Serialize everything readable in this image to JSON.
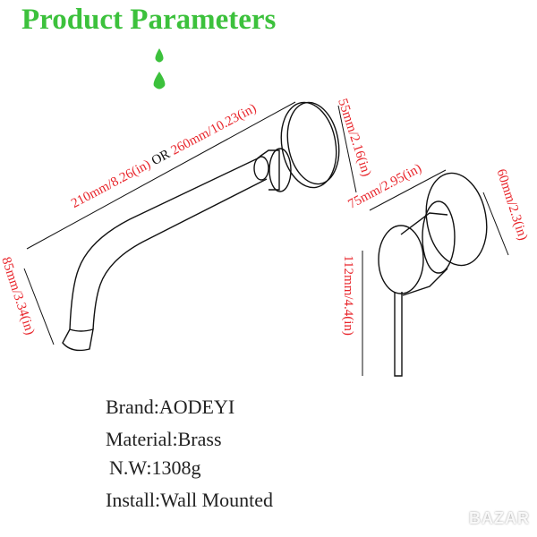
{
  "title": "Product Parameters",
  "colors": {
    "title": "#3cc13c",
    "dimension": "#e8242a",
    "line": "#111111"
  },
  "icons": [
    "water-drop-icon",
    "water-drop-icon"
  ],
  "dimensions": {
    "spout_length_a": "210mm/8.26(in)",
    "spout_length_or": "OR",
    "spout_length_b": "260mm/10.23(in)",
    "spout_plate": "55mm/2.16(in)",
    "spout_height": "85mm/3.34(in)",
    "mixer_depth": "75mm/2.95(in)",
    "mixer_plate": "60mm/2.3(in)",
    "lever_length": "112mm/4.4(in)"
  },
  "specs": {
    "brand": "Brand:AODEYI",
    "material": "Material:Brass",
    "weight": "N.W:1308g",
    "install": "Install:Wall Mounted"
  },
  "watermark": "BAZAR"
}
